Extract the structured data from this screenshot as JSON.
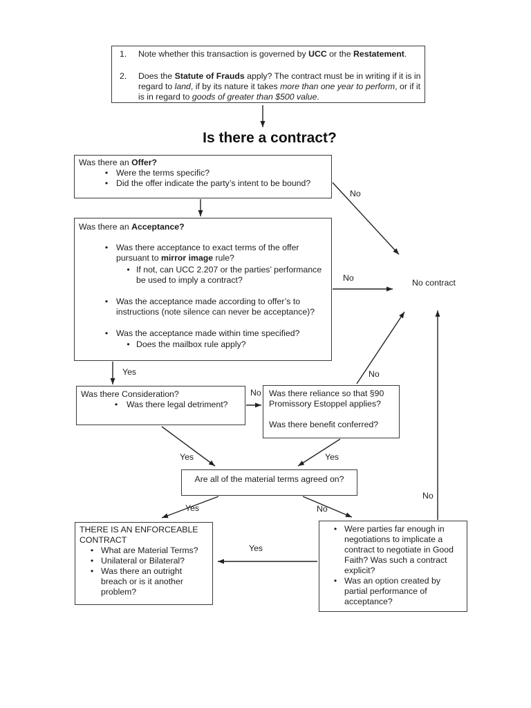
{
  "colors": {
    "ink": "#1c1c1c",
    "border": "#383838",
    "background": "#ffffff"
  },
  "glyphs": {
    "bullet": "•"
  },
  "title": "Is there a contract?",
  "intro": {
    "item1_num": "1.",
    "item1_parts": {
      "a": "Note whether this transaction is governed by ",
      "b": "UCC",
      "c": " or the ",
      "d": "Restatement",
      "e": "."
    },
    "item2_num": "2.",
    "item2_parts": {
      "a": "Does the ",
      "b": "Statute of Frauds",
      "c": " apply? The contract must be in writing if it is in regard to ",
      "d": "land",
      "e": ", if by its nature it takes ",
      "f": "more than one year to perform",
      "g": ", or if it is in regard to ",
      "h": "goods of greater than $500 value",
      "i": "."
    }
  },
  "offer": {
    "heading_a": "Was there an ",
    "heading_b": "Offer?",
    "b1": "Were the terms specific?",
    "b2": "Did the offer indicate the party’s intent to be bound?"
  },
  "acceptance": {
    "heading_a": "Was there an ",
    "heading_b": "Acceptance?",
    "b1_a": "Was there acceptance to exact terms of the offer pursuant to ",
    "b1_b": "mirror image",
    "b1_c": " rule?",
    "b1_sub": "If not, can UCC 2.207 or the parties’ performance be used to imply a contract?",
    "b2": "Was the acceptance made according to offer’s to instructions (note silence can never be acceptance)?",
    "b3": "Was the acceptance made within time specified?",
    "b3_sub": "Does the mailbox rule apply?"
  },
  "consideration": {
    "heading": "Was there Consideration?",
    "b1": "Was there legal detriment?"
  },
  "estoppel": {
    "line1": "Was there reliance so that §90",
    "line2": "Promissory Estoppel applies?",
    "line3": "Was there benefit conferred?"
  },
  "material": {
    "question": "Are all of the material terms agreed on?"
  },
  "enforceable": {
    "heading": "THERE IS AN ENFORCEABLE CONTRACT",
    "b1": "What are Material Terms?",
    "b2": "Unilateral or Bilateral?",
    "b3": "Was there an outright breach or is it another problem?"
  },
  "negotiation": {
    "b1": "Were parties far enough in negotiations to implicate a contract to negotiate in Good Faith? Was such a contract explicit?",
    "b2": "Was an option created by partial performance of acceptance?"
  },
  "labels": {
    "no_contract": "No contract",
    "offer_no": "No",
    "acceptance_no": "No",
    "acceptance_yes": "Yes",
    "consideration_no": "No",
    "estoppel_no": "No",
    "consideration_yes": "Yes",
    "estoppel_yes": "Yes",
    "material_yes": "Yes",
    "material_no": "No",
    "negotiation_yes": "Yes",
    "negotiation_no": "No"
  }
}
